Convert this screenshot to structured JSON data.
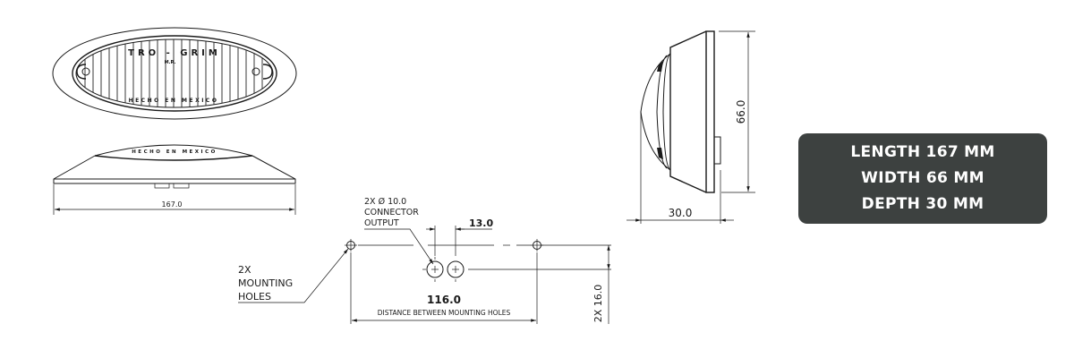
{
  "top_view": {
    "brand_text": "TRO - GRIM",
    "brand_mark": "M.R.",
    "origin_text": "HECHO EN MEXICO"
  },
  "front_view": {
    "origin_text": "HECHO EN MEXICO",
    "length_dim": "167.0"
  },
  "mounting_view": {
    "connector_note": [
      "2X Ø 10.0",
      "CONNECTOR",
      "OUTPUT"
    ],
    "connector_spacing_dim": "13.0",
    "mounting_note": [
      "2X",
      "MOUNTING",
      "HOLES"
    ],
    "hole_distance_dim": "116.0",
    "hole_distance_label": "DISTANCE BETWEEN MOUNTING HOLES",
    "offset_dim": "2X 16.0"
  },
  "side_view": {
    "height_dim": "66.0",
    "depth_dim": "30.0"
  },
  "specs": {
    "length": "LENGTH 167 MM",
    "width": "WIDTH 66 MM",
    "depth": "DEPTH 30 MM",
    "box_color": "#3d4140"
  }
}
